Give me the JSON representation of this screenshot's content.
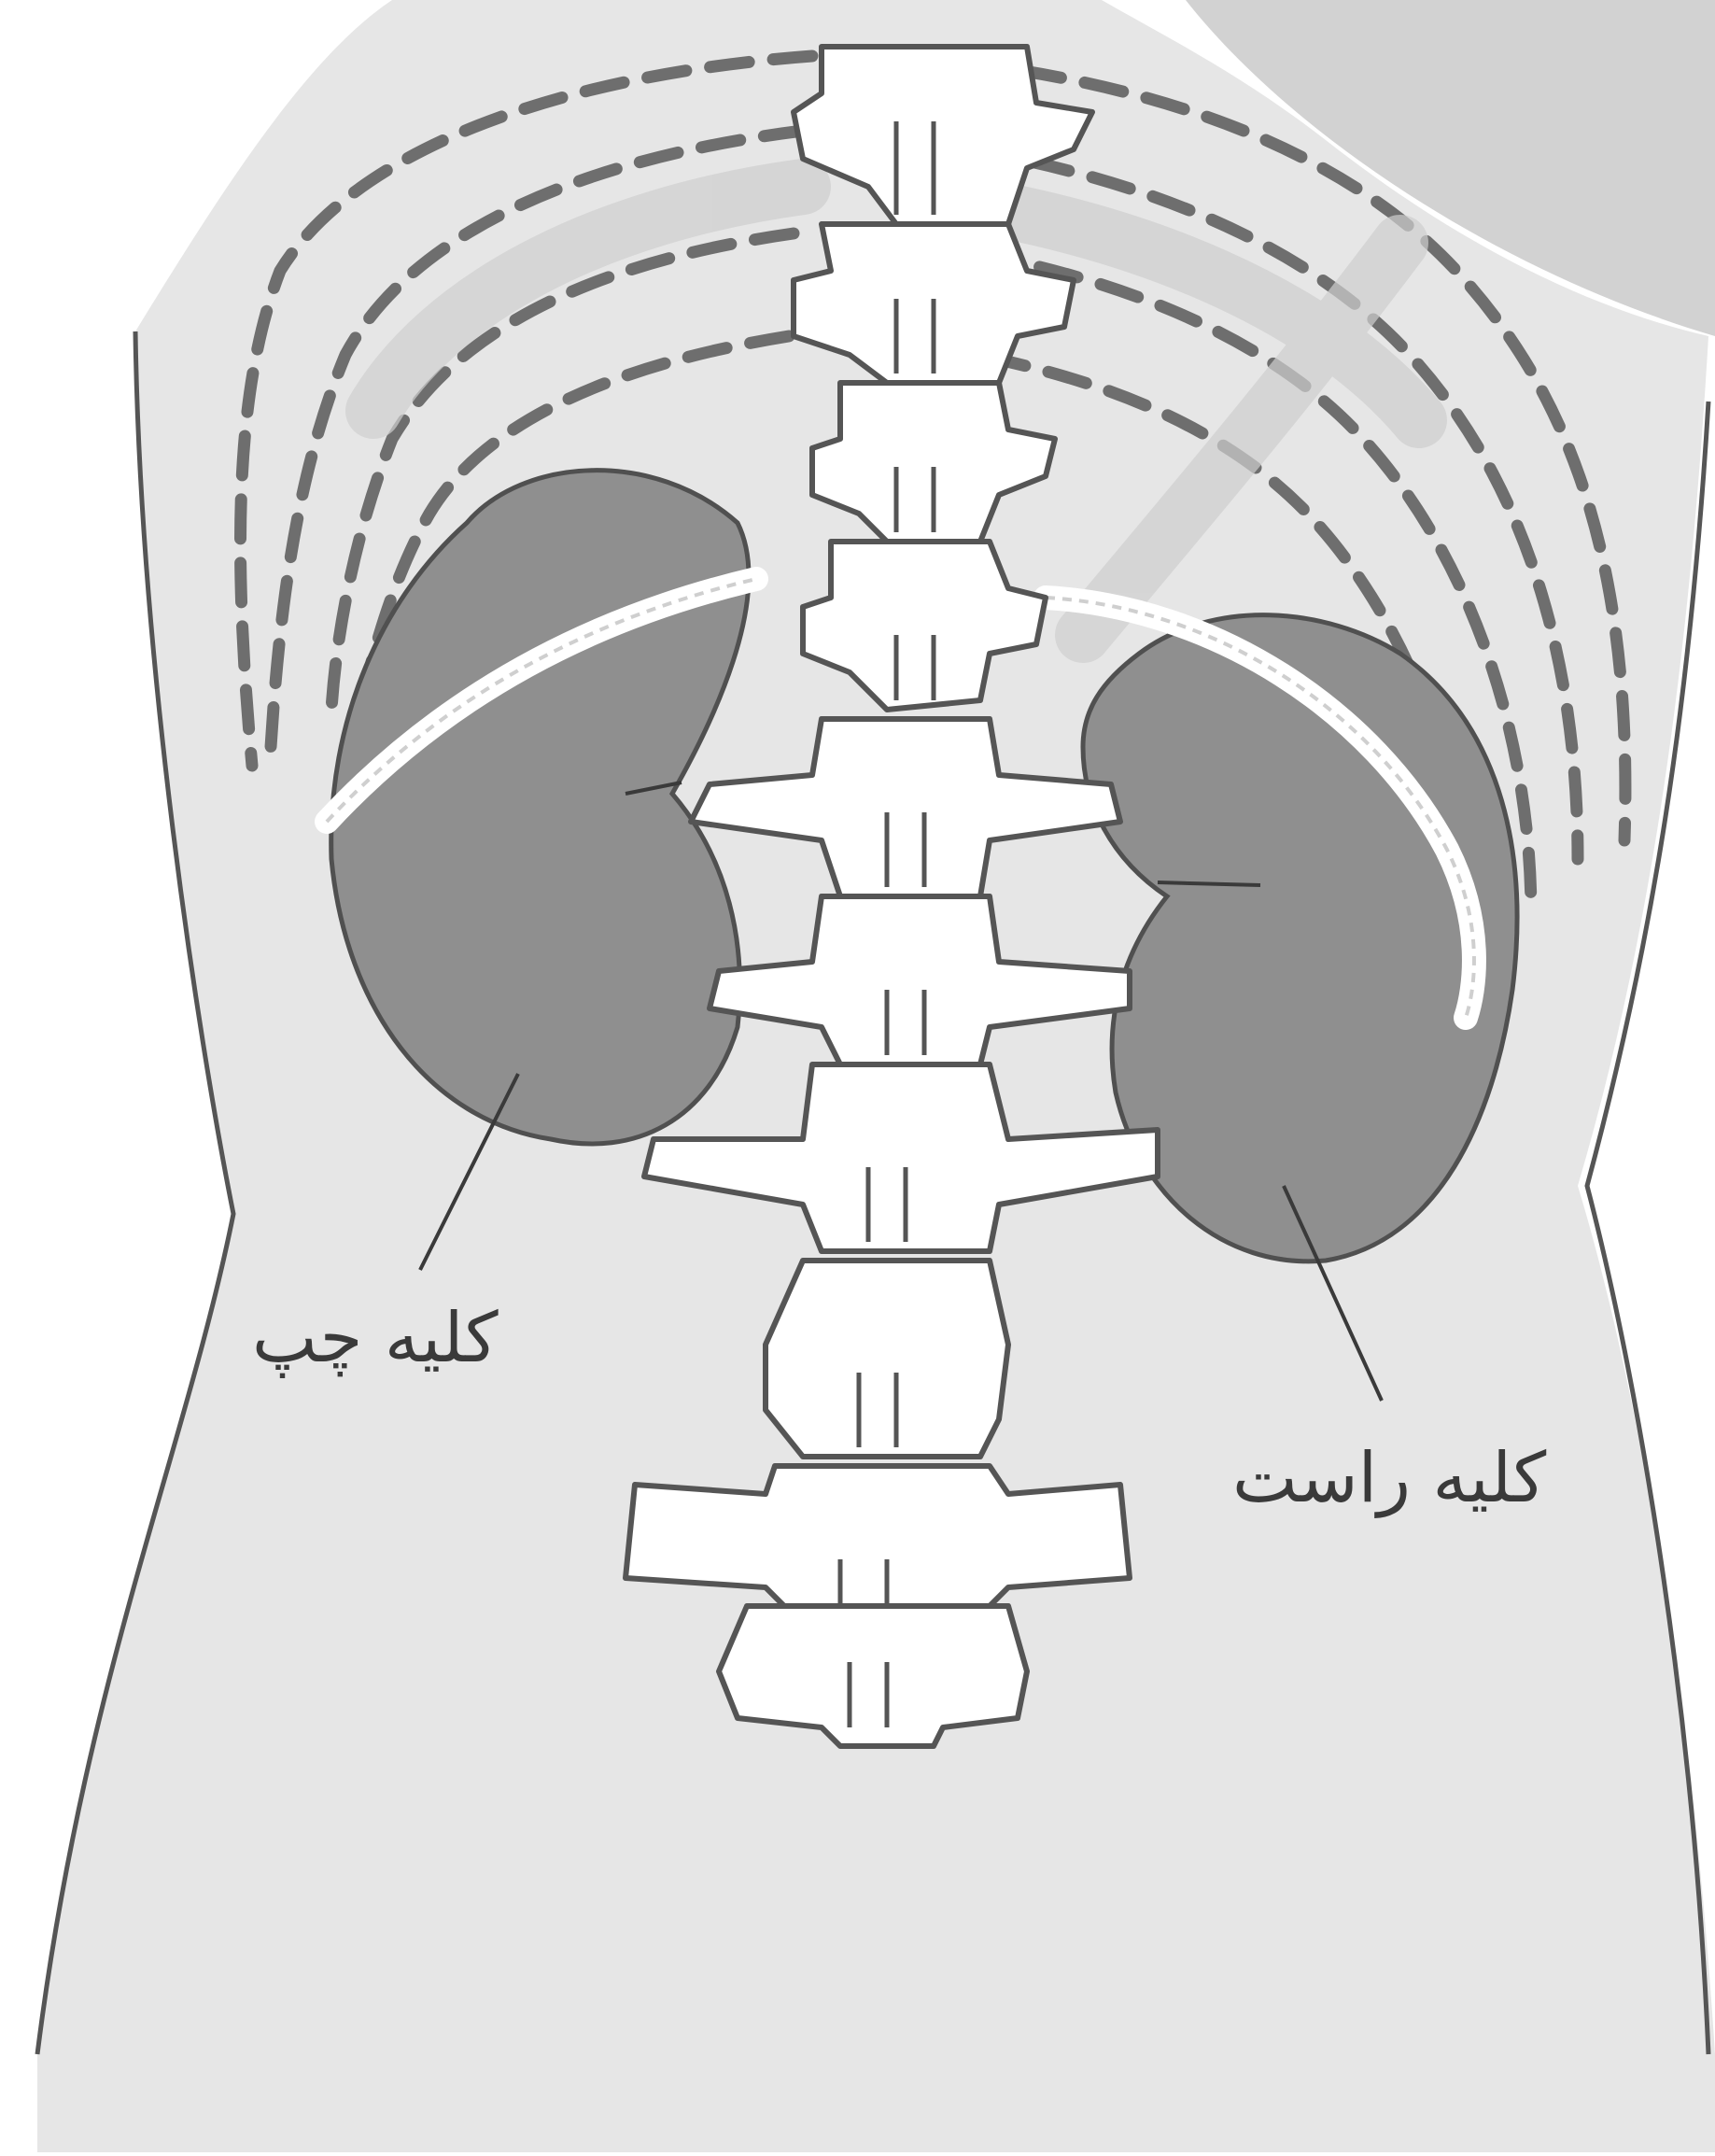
{
  "labels": {
    "left_kidney": "کلیه چپ",
    "right_kidney": "کلیه راست"
  },
  "colors": {
    "background": "#ffffff",
    "body": "#e6e6e6",
    "outline": "#555555",
    "kidney": "#8f8f8f",
    "bone": "#ffffff",
    "rib_dash": "#6e6e6e"
  },
  "icons": [
    "torso-outline",
    "spine",
    "ribcage",
    "kidney-left",
    "kidney-right"
  ]
}
